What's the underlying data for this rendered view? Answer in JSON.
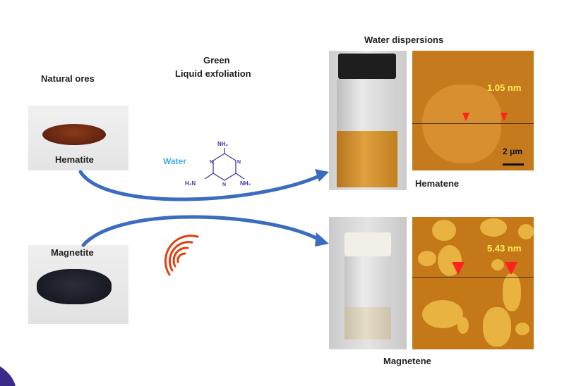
{
  "labels": {
    "natural_ores": "Natural ores",
    "green": "Green",
    "liquid_exfoliation": "Liquid exfoliation",
    "water_dispersions": "Water dispersions",
    "hematite": "Hematite",
    "magnetite": "Magnetite",
    "water": "Water",
    "hematene": "Hematene",
    "magnetene": "Magnetene"
  },
  "molecule": {
    "top_group": "NH₂",
    "left_group": "H₂N",
    "right_group": "NH₂",
    "ring_atom": "N"
  },
  "afm": {
    "hematene_thickness": "1.05 nm",
    "magnetene_thickness": "5.43 nm",
    "scale_bar": "2 μm"
  },
  "colors": {
    "arrow": "#3a6cc0",
    "water_text": "#4aa8e6",
    "molecule": "#3a3aa8",
    "afm_bg": "#c87a1c",
    "afm_highlight": "#e8b340",
    "marker": "#ff2020",
    "sound_waves": "#e04010"
  }
}
